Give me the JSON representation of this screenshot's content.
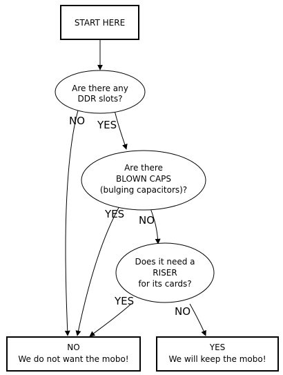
{
  "nodes": {
    "start": {
      "lines": [
        "START HERE"
      ]
    },
    "ddr": {
      "lines": [
        "Are there any",
        "DDR slots?"
      ]
    },
    "caps": {
      "lines": [
        "Are there",
        "BLOWN CAPS",
        "(bulging capacitors)?"
      ]
    },
    "riser": {
      "lines": [
        "Does it need a",
        "RISER",
        "for its cards?"
      ]
    },
    "no_result": {
      "lines": [
        "NO",
        "We do not want the mobo!"
      ]
    },
    "yes_result": {
      "lines": [
        "YES",
        "We will keep the mobo!"
      ]
    }
  },
  "edges": {
    "ddr_no": "NO",
    "ddr_yes": "YES",
    "caps_yes": "YES",
    "caps_no": "NO",
    "riser_yes": "YES",
    "riser_no": "NO"
  }
}
